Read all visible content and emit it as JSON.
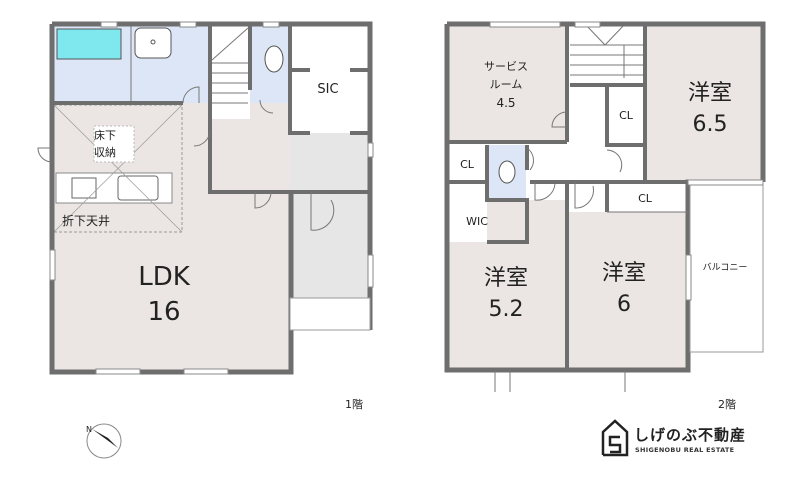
{
  "floor1": {
    "label": "1階",
    "rooms": {
      "ldk_name": "LDK",
      "ldk_size": "16",
      "sic": "SIC",
      "underfloor_line1": "床下",
      "underfloor_line2": "収納",
      "lowered_ceiling": "折下天井"
    }
  },
  "floor2": {
    "label": "2階",
    "rooms": {
      "service_line1": "サービス",
      "service_line2": "ルーム",
      "service_size": "4.5",
      "western_a_name": "洋室",
      "western_a_size": "6.5",
      "western_b_name": "洋室",
      "western_b_size": "5.2",
      "western_c_name": "洋室",
      "western_c_size": "6",
      "cl": "CL",
      "wic": "WIC",
      "balcony": "バルコニー"
    }
  },
  "logo": {
    "name": "しげのぶ不動産",
    "subtitle": "SHIGENOBU REAL ESTATE",
    "mark_letter": "S"
  },
  "compass": {
    "label": "N"
  },
  "colors": {
    "room": "#ebe6e3",
    "wet": "#dde6f6",
    "tub": "#7ee8ee",
    "wall": "#6e6e6e"
  }
}
